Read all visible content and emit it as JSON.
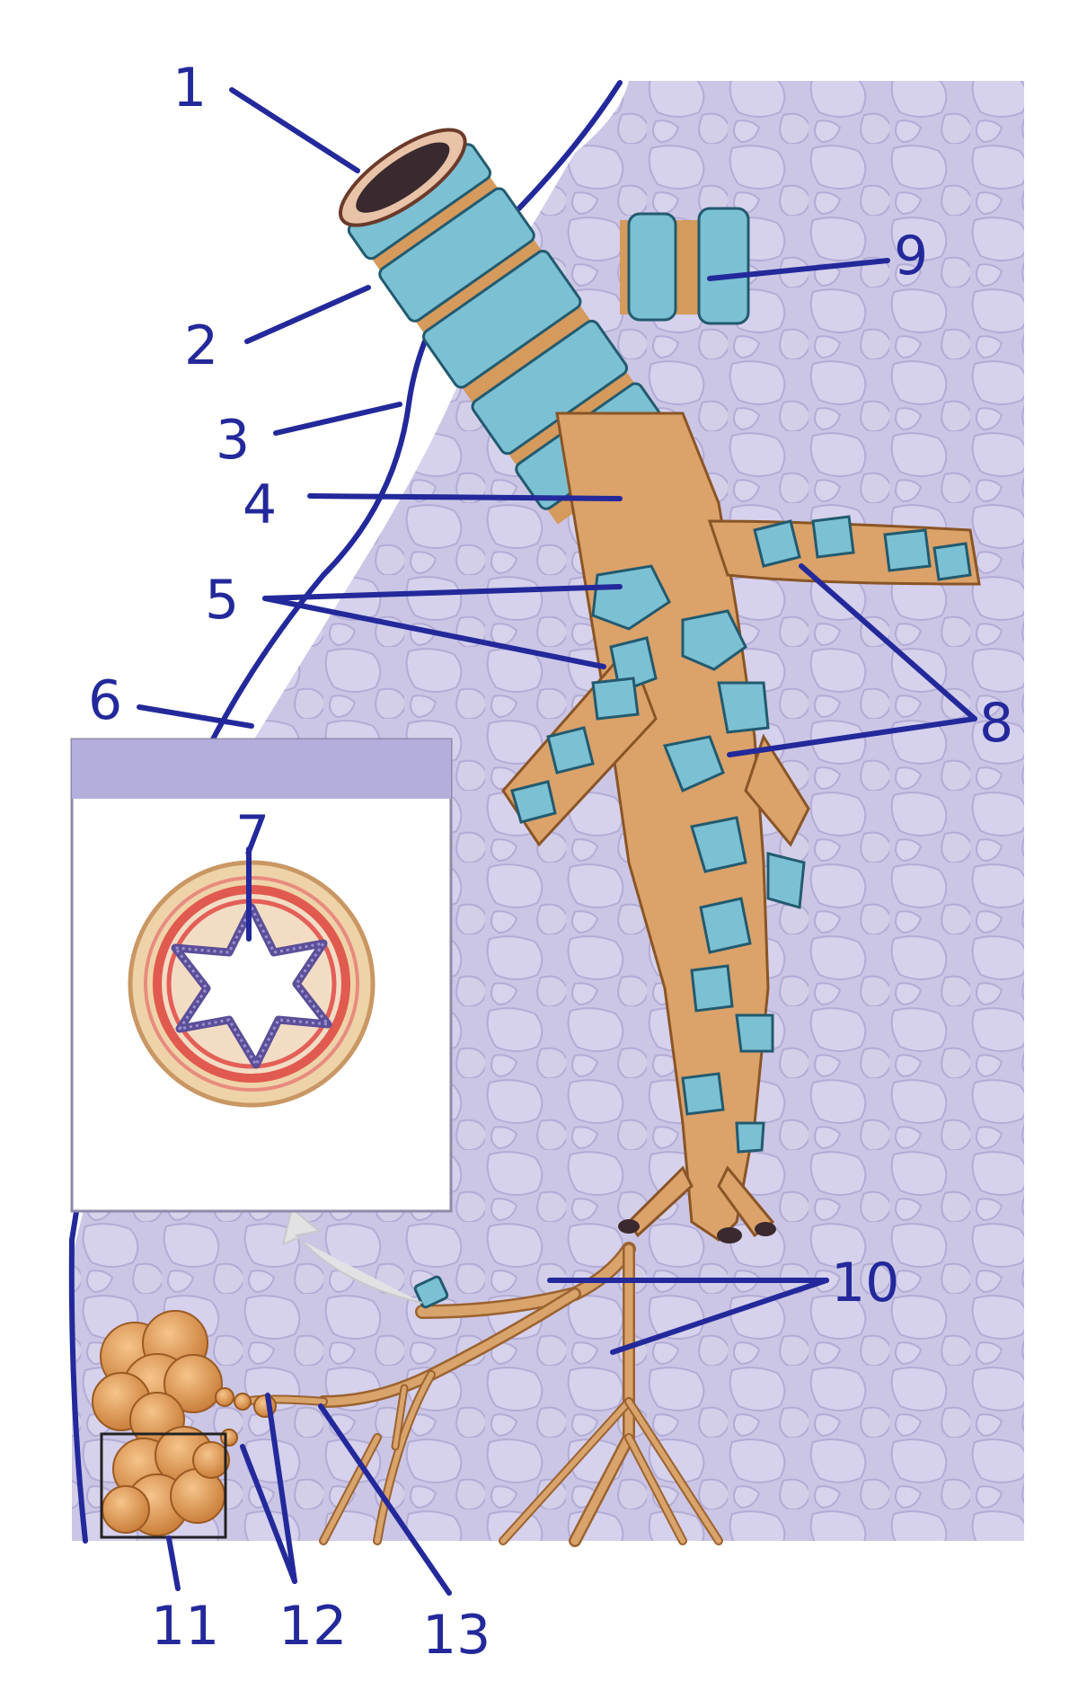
{
  "labels": {
    "l1": "1",
    "l2": "2",
    "l3": "3",
    "l4": "4",
    "l5": "5",
    "l6": "6",
    "l7": "7",
    "l8": "8",
    "l9": "9",
    "l10": "10",
    "l11": "11",
    "l12": "12",
    "l13": "13"
  },
  "colors": {
    "lung_tissue": "#c9c4e3",
    "lung_cells": "#b7b1d8",
    "cartilage": "#7cc0d4",
    "smooth_muscle": "#d9914a",
    "label_ink": "#23299a",
    "alveoli": "#e09a50",
    "inset_header": "#b3aedb"
  },
  "icons": {
    "inset_arrow": "arrow-up-left-icon"
  }
}
